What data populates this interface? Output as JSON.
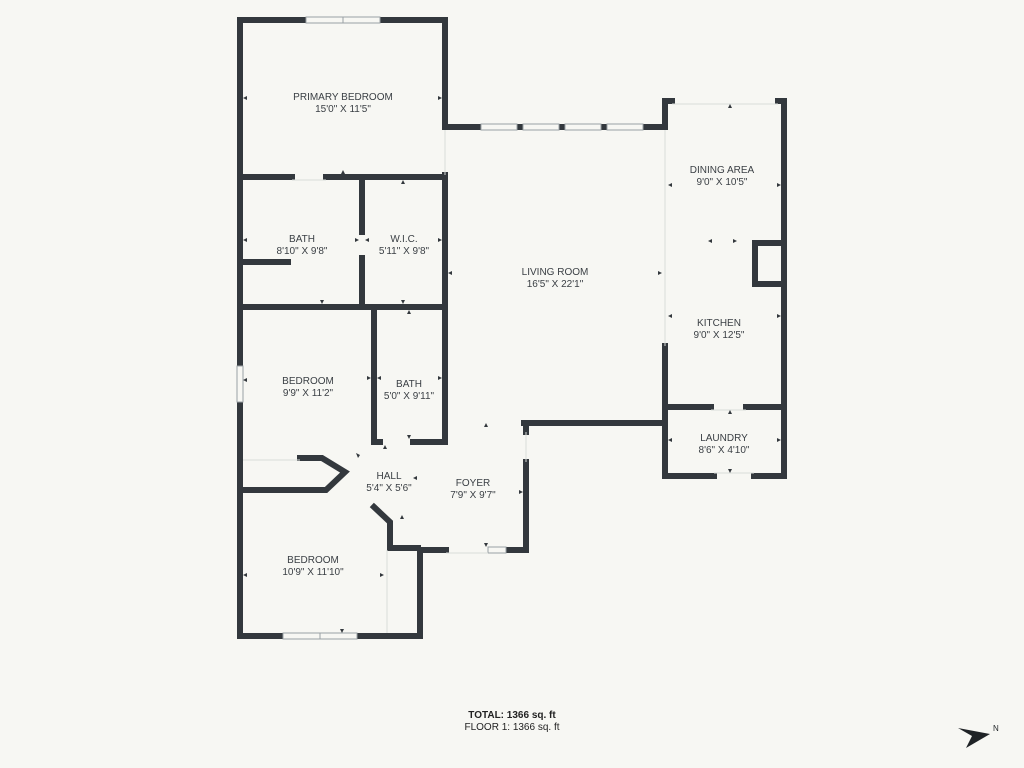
{
  "rooms": [
    {
      "name": "PRIMARY BEDROOM",
      "dims": "15'0\" X 11'5\""
    },
    {
      "name": "BATH",
      "dims": "8'10\" X 9'8\""
    },
    {
      "name": "W.I.C.",
      "dims": "5'11\" X 9'8\""
    },
    {
      "name": "LIVING ROOM",
      "dims": "16'5\" X 22'1\""
    },
    {
      "name": "DINING AREA",
      "dims": "9'0\" X 10'5\""
    },
    {
      "name": "KITCHEN",
      "dims": "9'0\" X 12'5\""
    },
    {
      "name": "BEDROOM",
      "dims": "9'9\" X 11'2\""
    },
    {
      "name": "BATH",
      "dims": "5'0\" X 9'11\""
    },
    {
      "name": "LAUNDRY",
      "dims": "8'6\" X 4'10\""
    },
    {
      "name": "HALL",
      "dims": "5'4\" X 5'6\""
    },
    {
      "name": "FOYER",
      "dims": "7'9\" X 9'7\""
    },
    {
      "name": "BEDROOM",
      "dims": "10'9\" X 11'10\""
    }
  ],
  "totals": {
    "total": "TOTAL: 1366 sq. ft",
    "floor": "FLOOR 1: 1366 sq. ft"
  },
  "compass": {
    "label": "N",
    "icon": "north-arrow-icon"
  },
  "colors": {
    "wall": "#33383d",
    "background": "#f7f7f3",
    "text": "#3a3f44"
  }
}
